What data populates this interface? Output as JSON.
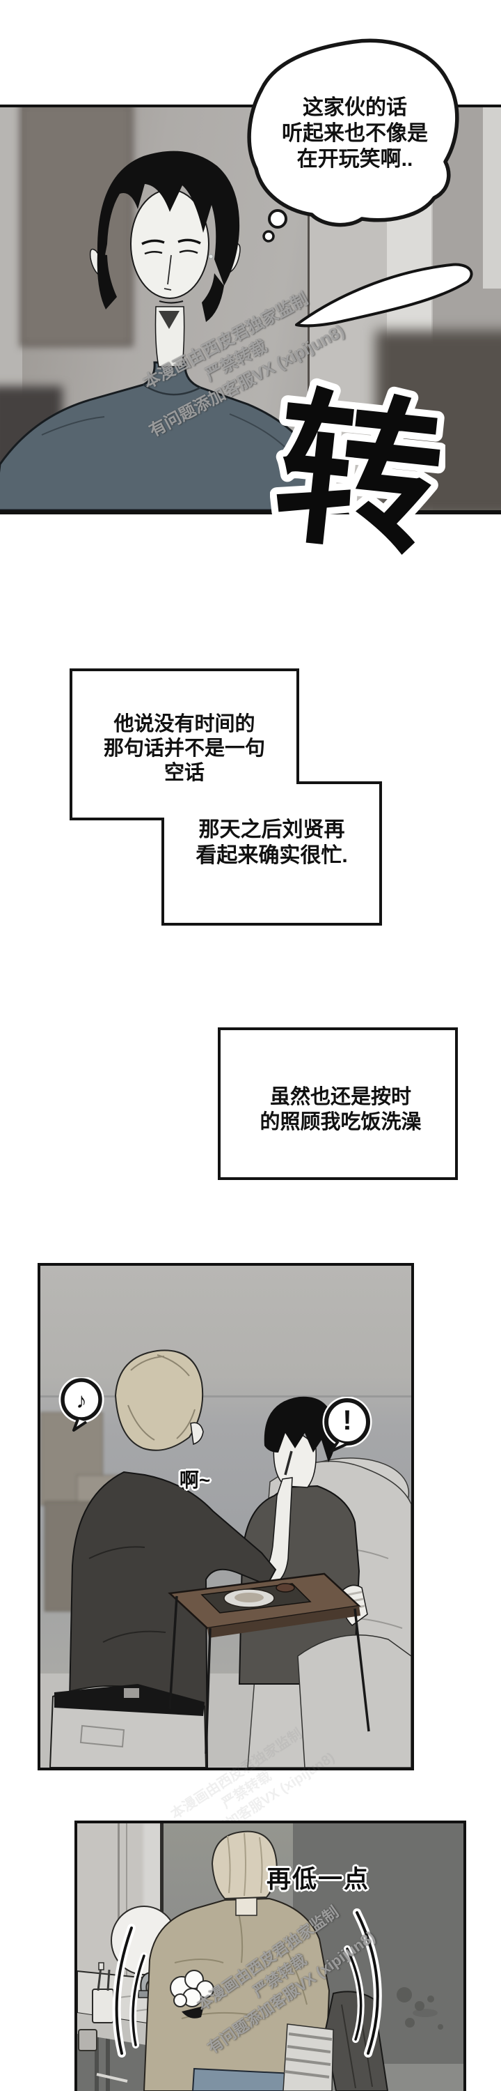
{
  "watermark": {
    "l1": "本漫画由西皮君独家监制",
    "l2": "严禁转载",
    "l3": "有问题添加客服VX (xipijun8)"
  },
  "panel1": {
    "thought_bubble": {
      "l1": "这家伙的话",
      "l2": "听起来也不像是",
      "l3": "在开玩笑啊.."
    },
    "sfx": "转"
  },
  "narration": {
    "box1": {
      "l1": "他说没有时间的",
      "l2": "那句话并不是一句",
      "l3": "空话"
    },
    "box2": {
      "l1": "那天之后刘贤再",
      "l2": "看起来确实很忙."
    },
    "box3": {
      "l1": "虽然也还是按时",
      "l2": "的照顾我吃饭洗澡"
    }
  },
  "panel2": {
    "note_symbol": "♪",
    "exclaim_symbol": "!",
    "speech": "啊~"
  },
  "panel3": {
    "speech": "再低一点"
  },
  "colors": {
    "ink": "#111111",
    "paper": "#ffffff",
    "shirt_slate": "#57656f",
    "shirt_khaki": "#b6ad96",
    "jeans_blue": "#7e92a3",
    "table_brown": "#6d5746"
  }
}
